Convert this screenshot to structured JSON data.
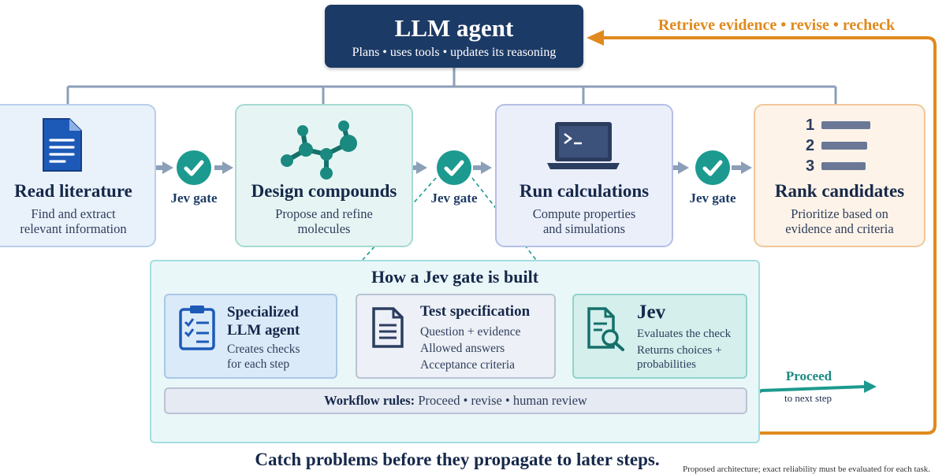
{
  "agent": {
    "title": "LLM agent",
    "subtitle": "Plans • uses tools • updates its reasoning"
  },
  "feedback_loop": {
    "label": "Retrieve evidence • revise • recheck",
    "color": "#e08a1e"
  },
  "steps": [
    {
      "title": "Read literature",
      "desc_lines": [
        "Find and extract",
        "relevant information"
      ],
      "icon": "document-icon"
    },
    {
      "title": "Design compounds",
      "desc_lines": [
        "Propose and refine",
        "molecules"
      ],
      "icon": "molecule-icon"
    },
    {
      "title": "Run calculations",
      "desc_lines": [
        "Compute properties",
        "and simulations"
      ],
      "icon": "terminal-laptop-icon"
    },
    {
      "title": "Rank candidates",
      "desc_lines": [
        "Prioritize based on",
        "evidence and criteria"
      ],
      "icon": "ranked-list-icon",
      "rank_numbers": [
        "1",
        "2",
        "3"
      ]
    }
  ],
  "gates": [
    {
      "label": "Jev gate",
      "icon": "checkmark-icon"
    },
    {
      "label": "Jev gate",
      "icon": "checkmark-icon"
    },
    {
      "label": "Jev gate",
      "icon": "checkmark-icon"
    }
  ],
  "howto": {
    "title": "How a Jev gate is built",
    "cards": [
      {
        "title_lines": [
          "Specialized",
          "LLM agent"
        ],
        "lines": [
          "Creates checks",
          "for each step"
        ],
        "icon": "clipboard-checklist-icon"
      },
      {
        "title_lines": [
          "Test specification"
        ],
        "lines": [
          "Question + evidence",
          "Allowed answers",
          "Acceptance criteria"
        ],
        "icon": "document-icon"
      },
      {
        "title_lines": [
          "Jev"
        ],
        "lines": [
          "Evaluates the check",
          "Returns choices +",
          "probabilities"
        ],
        "icon": "document-search-icon"
      }
    ],
    "rules_label": "Workflow rules:",
    "rules_text": "Proceed • revise • human review"
  },
  "proceed": {
    "label": "Proceed",
    "sub": "to next step"
  },
  "tagline": "Catch problems before they propagate to later steps.",
  "footnote": "Proposed architecture; exact reliability must be evaluated for each task.",
  "colors": {
    "navy": "#1c3a66",
    "teal": "#1c9a8f",
    "orange": "#e08a1e",
    "arrow_gray": "#8c9fb8"
  }
}
